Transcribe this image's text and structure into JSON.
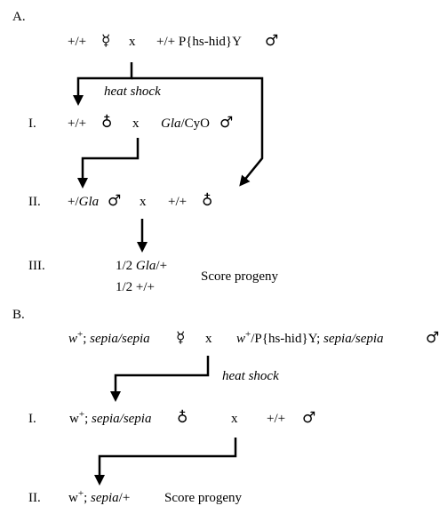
{
  "panel_a": {
    "label": "A.",
    "cross0": {
      "left_genotype": "+/+",
      "female_symbol": "☿",
      "x": "x",
      "right_genotype": "+/+ P{hs-hid}Y",
      "male_symbol": "♂"
    },
    "heat_shock": "heat shock",
    "row_i": {
      "roman": "I.",
      "left_genotype": "+/+",
      "virgin_symbol": "♁",
      "x": "x",
      "right_gla": "Gla",
      "right_rest": "/CyO",
      "male_symbol": "♂"
    },
    "row_ii": {
      "roman": "II.",
      "left_prefix": "+/",
      "left_gla": "Gla",
      "male_symbol": "♂",
      "x": "x",
      "right_genotype": "+/+",
      "virgin_symbol": "♁"
    },
    "row_iii": {
      "roman": "III.",
      "line1_frac": "1/2",
      "line1_gla": "Gla",
      "line1_rest": "/+",
      "line2": "1/2 +/+",
      "score": "Score progeny"
    }
  },
  "panel_b": {
    "label": "B.",
    "cross0": {
      "w": "w",
      "w_sup": "+",
      "semicolon": ";",
      "sepia": "sepia/sepia",
      "female_symbol": "☿",
      "x": "x",
      "right_w": "w",
      "right_w_sup": "+",
      "right_mid": "/P{hs-hid}Y;",
      "right_sepia": "sepia/sepia",
      "male_symbol": "♂"
    },
    "heat_shock": "heat shock",
    "row_i": {
      "roman": "I.",
      "w": "w",
      "w_sup": "+",
      "semicolon": ";",
      "sepia": "sepia/sepia",
      "virgin_symbol": "♁",
      "x": "x",
      "right_genotype": "+/+",
      "male_symbol": "♂"
    },
    "row_ii": {
      "roman": "II.",
      "w": "w",
      "w_sup": "+",
      "semicolon": ";",
      "sepia": "sepia",
      "rest": "/+",
      "score": "Score progeny"
    }
  }
}
